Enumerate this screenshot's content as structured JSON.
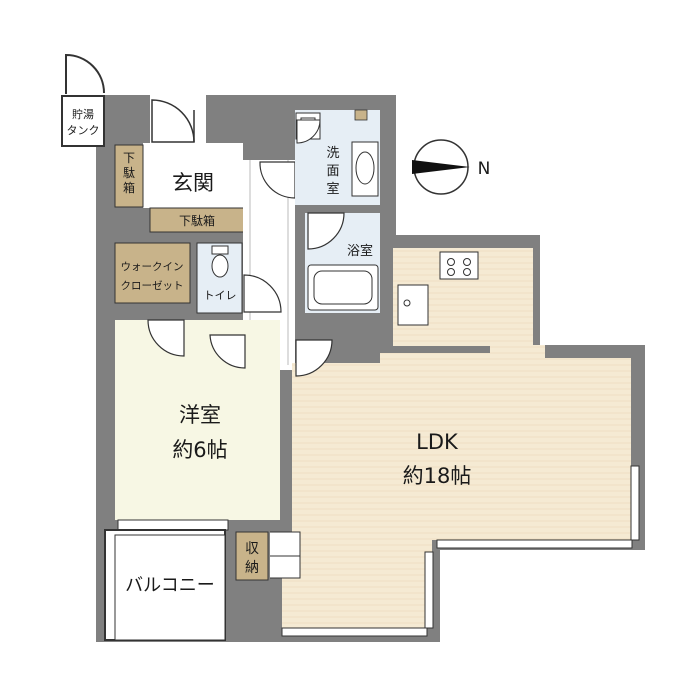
{
  "rooms": {
    "water_heater": {
      "label_line1": "貯湯",
      "label_line2": "タンク"
    },
    "entrance": {
      "label": "玄関"
    },
    "shoe_box_upper": {
      "label_line1": "下",
      "label_line2": "駄",
      "label_line3": "箱"
    },
    "shoe_box_lower": {
      "label": "下駄箱"
    },
    "walk_in_closet": {
      "label_line1": "ウォークイン",
      "label_line2": "クローゼット"
    },
    "toilet": {
      "label": "トイレ"
    },
    "washroom": {
      "label_line1": "洗",
      "label_line2": "面",
      "label_line3": "室"
    },
    "bathroom": {
      "label": "浴室"
    },
    "western_room": {
      "label": "洋室",
      "size": "約6帖"
    },
    "ldk": {
      "label": "LDK",
      "size": "約18帖"
    },
    "storage": {
      "label_line1": "収",
      "label_line2": "納"
    },
    "balcony": {
      "label": "バルコニー"
    }
  },
  "compass": {
    "direction": "N"
  },
  "colors": {
    "wall": "#808080",
    "floor_wood": "#f5ead3",
    "floor_western": "#f7f7e4",
    "storage_tan": "#c8b38a",
    "wet_area": "#e6eef5",
    "outline": "#333333"
  }
}
